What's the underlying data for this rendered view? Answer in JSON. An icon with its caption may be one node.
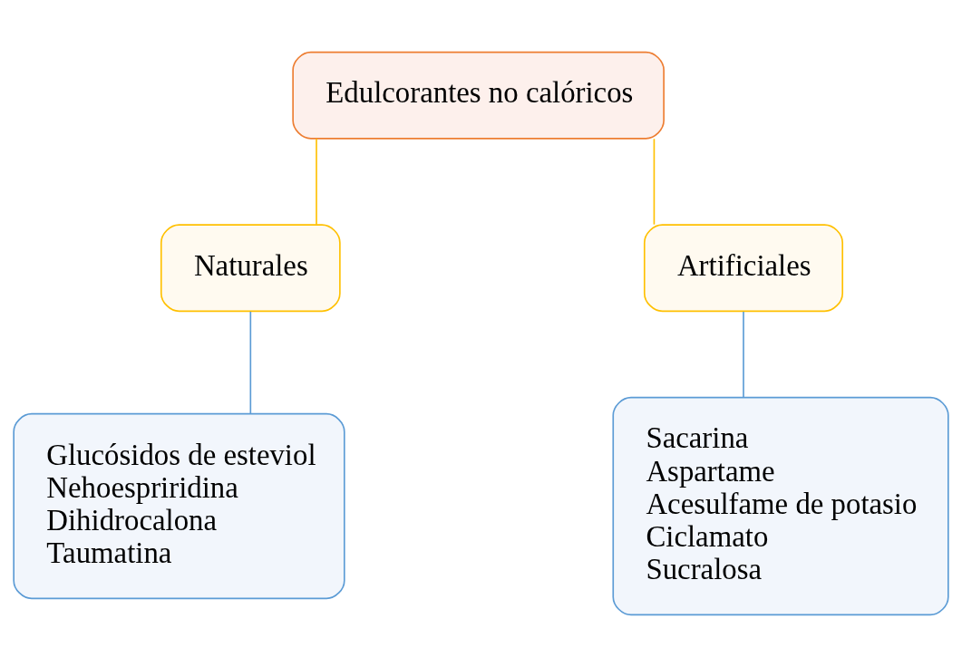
{
  "diagram": {
    "nodes": [
      {
        "text": [
          "Edulcorantes no calóricos"
        ]
      },
      {
        "text": [
          "Naturales"
        ]
      },
      {
        "text": [
          "Artificiales"
        ]
      },
      {
        "text": [
          "Glucósidos de esteviol",
          "Nehoespriridina",
          "Dihidrocalona",
          "Taumatina"
        ]
      },
      {
        "text": [
          "Sacarina",
          "Aspartame",
          "Acesulfame de potasio",
          "Ciclamato",
          "Sucralosa"
        ]
      }
    ],
    "edges": [
      {
        "from": 0,
        "to": 1,
        "arrow": "none",
        "color": "#ffc000"
      },
      {
        "from": 0,
        "to": 2,
        "arrow": "none",
        "color": "#ffc000"
      },
      {
        "from": 1,
        "to": 3,
        "arrow": "none",
        "color": "#5b9bd5"
      },
      {
        "from": 2,
        "to": 4,
        "arrow": "none",
        "color": "#5b9bd5"
      }
    ]
  }
}
